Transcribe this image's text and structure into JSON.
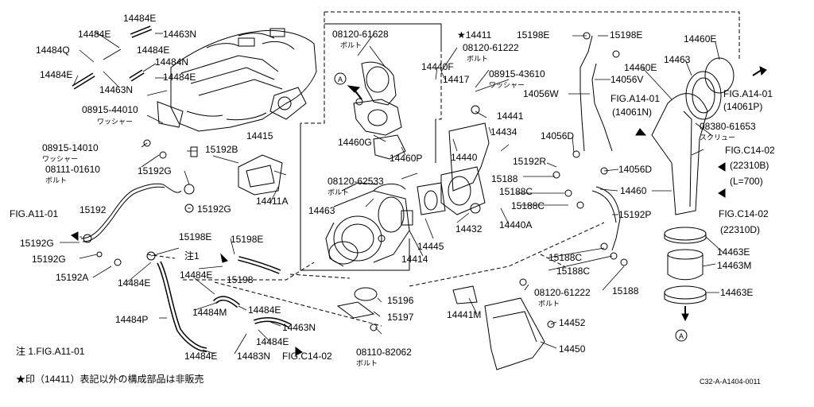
{
  "diagram": {
    "labels": {
      "14484E_a": "14484E",
      "14484E_b": "14484E",
      "14463N_a": "14463N",
      "14484Q": "14484Q",
      "14484E_c": "14484E",
      "14484N": "14484N",
      "14484E_d": "14484E",
      "14463N_b": "14463N",
      "14484E_e": "14484E",
      "08915_44010": "08915-44010",
      "washer_a": "ワッシャー",
      "08915_14010": "08915-14010",
      "washer_b": "ワッシャー",
      "08111_01610": "08111-01610",
      "bolt_a": "ボルト",
      "15192B": "15192B",
      "15192G_a": "15192G",
      "14415": "14415",
      "14411A": "14411A",
      "15192G_b": "15192G",
      "FIG_A11_01_a": "FIG.A11-01",
      "15192": "15192",
      "15192G_c": "15192G",
      "15192G_d": "15192G",
      "15192A": "15192A",
      "15198E_a": "15198E",
      "15198E_b": "15198E",
      "note1": "注1",
      "15198": "15198",
      "14484E_f": "14484E",
      "14484E_g": "14484E",
      "14484P": "14484P",
      "14484M": "14484M",
      "14484E_h": "14484E",
      "14463N_c": "14463N",
      "14484E_i": "14484E",
      "14484E_j": "14484E",
      "14483N": "14483N",
      "FIG_C14_02_a": "FIG.C14-02",
      "note_fig": "注 1.FIG.A11-01",
      "footnote": "★印（14411）表記以外の構成部品は非販売",
      "08120_61628": "08120-61628",
      "bolt_b": "ボルト",
      "star_14411": "★14411",
      "08120_61222_a": "08120-61222",
      "bolt_c": "ボルト",
      "14440F": "14440F",
      "14417": "14417",
      "08915_43610": "08915-43610",
      "washer_c": "ワッシャー",
      "14460G": "14460G",
      "14460P": "14460P",
      "14440": "14440",
      "08120_62533": "08120-62533",
      "bolt_d": "ボルト",
      "14463": "14463",
      "14445": "14445",
      "14432": "14432",
      "14414": "14414",
      "14441": "14441",
      "14434": "14434",
      "15192R": "15192R",
      "15188_a": "15188",
      "15188C_a": "15188C",
      "15188C_b": "15188C",
      "14440A": "14440A",
      "15198E_c": "15198E",
      "15198E_d": "15198E",
      "14056V": "14056V",
      "14056W": "14056W",
      "14056D_a": "14056D",
      "14056D_b": "14056D",
      "14460": "14460",
      "15192P": "15192P",
      "15188C_c": "15188C",
      "15188C_d": "15188C",
      "15188_b": "15188",
      "14460E_a": "14460E",
      "14463_b": "14463",
      "14460E_b": "14460E",
      "FIG_A14_01_a": "FIG.A14-01",
      "14061P": "(14061P)",
      "FIG_A14_01_b": "FIG.A14-01",
      "14061N": "(14061N)",
      "08380_61653": "08380-61653",
      "screw": "スクリュー",
      "FIG_C14_02_b": "FIG.C14-02",
      "22310B": "(22310B)",
      "L700": "(L=700)",
      "FIG_C14_02_c": "FIG.C14-02",
      "22310D": "(22310D)",
      "14463E_a": "14463E",
      "14463M": "14463M",
      "14463E_b": "14463E",
      "15196": "15196",
      "15197": "15197",
      "08110_82062": "08110-82062",
      "bolt_e": "ボルト",
      "08120_61222_b": "08120-61222",
      "bolt_f": "ボルト",
      "14441M": "14441M",
      "14452": "14452",
      "14450": "14450",
      "circle_A_1": "A",
      "circle_A_2": "A",
      "drawing_code": "C32-A-A1404-0011"
    }
  }
}
